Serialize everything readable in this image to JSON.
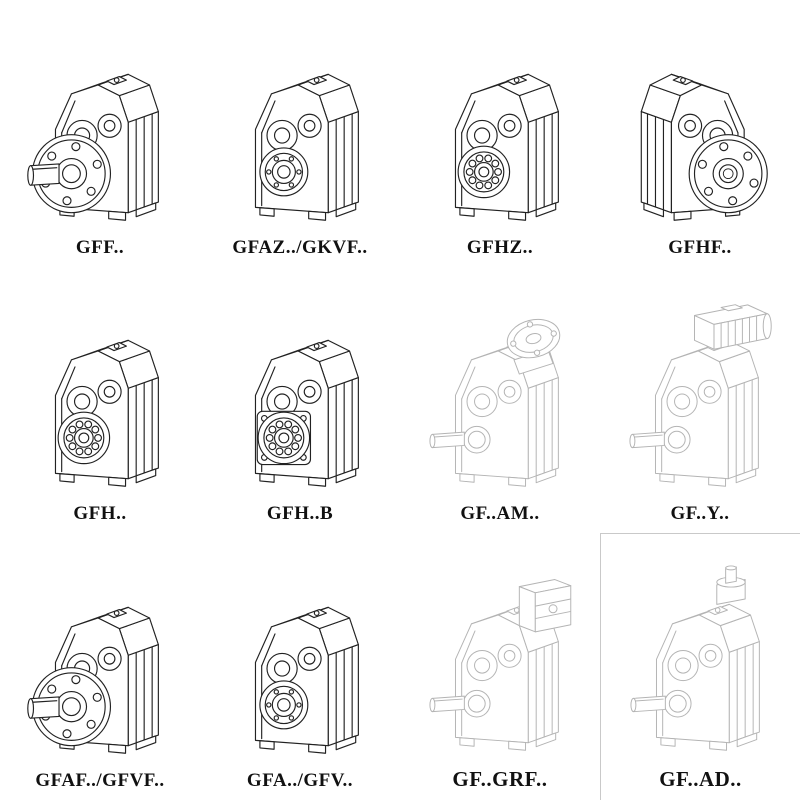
{
  "page": {
    "background": "#ffffff",
    "line_color": "#222222",
    "ghost_line_color": "#b4b4b4",
    "label_color": "#111111"
  },
  "catalog": {
    "items": [
      {
        "label": "GFF..",
        "drawing": "gearbox-flange-with-shaft-icon",
        "render": "solid"
      },
      {
        "label": "GFAZ../GKVF..",
        "drawing": "gearbox-hollow-shaft-icon",
        "render": "solid"
      },
      {
        "label": "GFHZ..",
        "drawing": "gearbox-bearing-face-icon",
        "render": "solid"
      },
      {
        "label": "GFHF..",
        "drawing": "gearbox-flange-mirrored-icon",
        "render": "solid"
      },
      {
        "label": "GFH..",
        "drawing": "gearbox-bearing-face-icon",
        "render": "solid"
      },
      {
        "label": "GFH..B",
        "drawing": "gearbox-bearing-plate-icon",
        "render": "solid"
      },
      {
        "label": "GF..AM..",
        "drawing": "gearbox-motor-adapter-flange-icon",
        "render": "ghost"
      },
      {
        "label": "GF..Y..",
        "drawing": "gearbox-with-motor-icon",
        "render": "ghost"
      },
      {
        "label": "GFAF../GFVF..",
        "drawing": "gearbox-flange-with-shaft-icon",
        "render": "solid"
      },
      {
        "label": "GFA../GFV..",
        "drawing": "gearbox-hollow-shaft-icon",
        "render": "solid"
      },
      {
        "label": "GF..GRF..",
        "drawing": "gearbox-adapter-box-icon",
        "render": "ghost"
      },
      {
        "label": "GF..AD..",
        "drawing": "gearbox-input-shaft-adapter-icon",
        "render": "ghost"
      }
    ]
  }
}
